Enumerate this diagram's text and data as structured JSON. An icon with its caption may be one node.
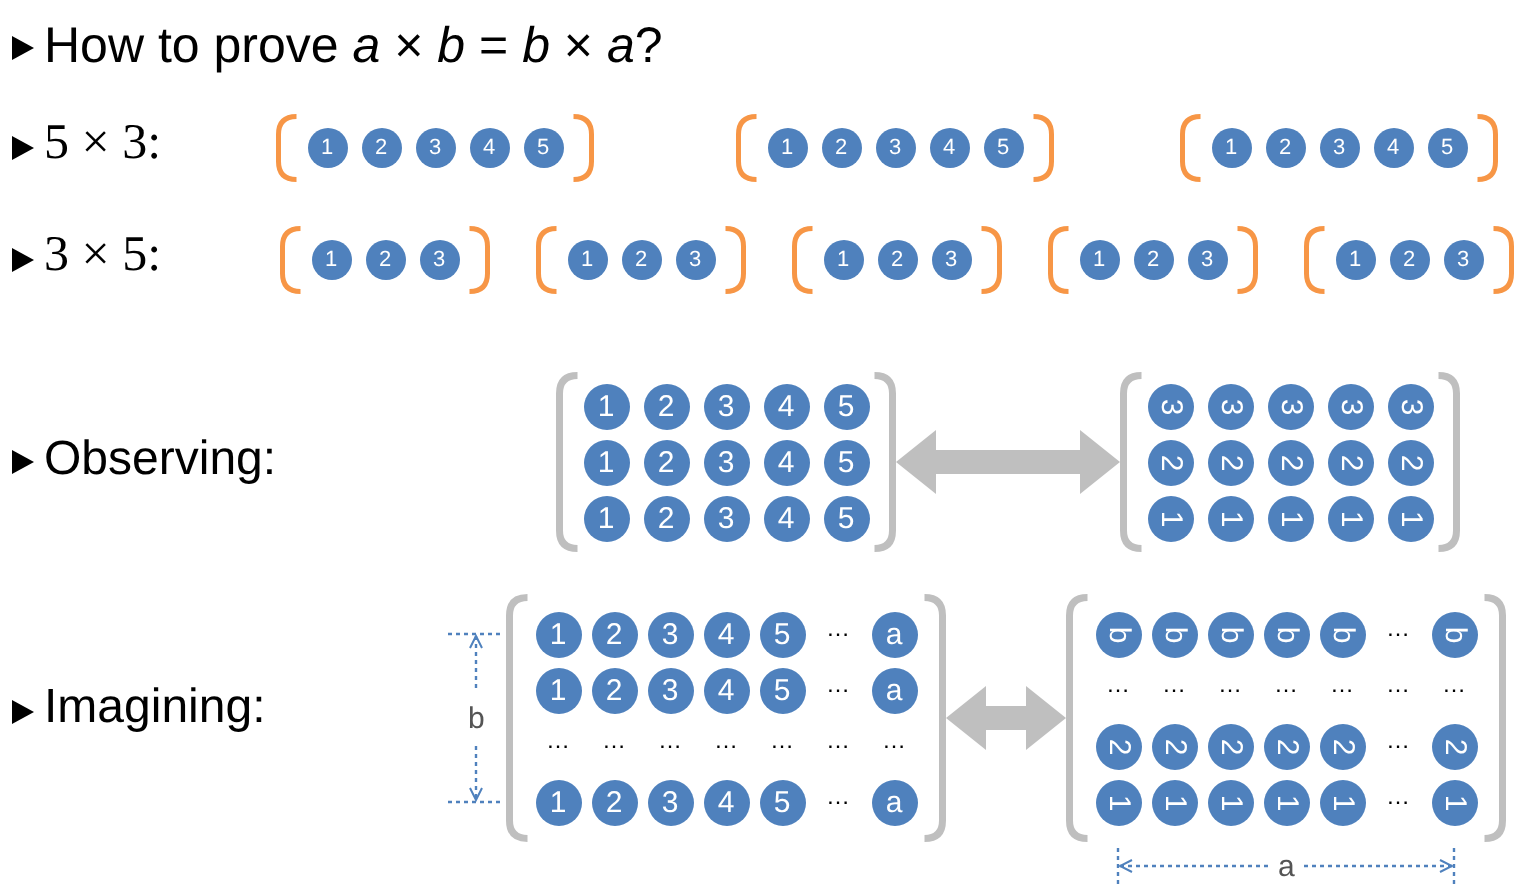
{
  "diagram": {
    "title": "How to prove *a* × *b* = *b* × *a*?",
    "nodes": [
      {
        "text": [],
        "shape": "bracket"
      },
      {
        "text": [
          "1"
        ],
        "in": 0
      },
      {
        "text": [
          "2"
        ],
        "in": 0
      },
      {
        "text": [
          "3"
        ],
        "in": 0
      },
      {
        "text": [
          "4"
        ],
        "in": 0
      },
      {
        "text": [
          "5"
        ],
        "in": 0
      },
      {
        "text": [],
        "shape": "bracket"
      },
      {
        "text": [
          "1"
        ],
        "in": 6
      },
      {
        "text": [
          "2"
        ],
        "in": 6
      },
      {
        "text": [
          "3"
        ],
        "in": 6
      },
      {
        "text": [
          "4"
        ],
        "in": 6
      },
      {
        "text": [
          "5"
        ],
        "in": 6
      },
      {
        "text": [],
        "shape": "bracket"
      },
      {
        "text": [
          "1"
        ],
        "in": 12
      },
      {
        "text": [
          "2"
        ],
        "in": 12
      },
      {
        "text": [
          "3"
        ],
        "in": 12
      },
      {
        "text": [
          "4"
        ],
        "in": 12
      },
      {
        "text": [
          "5"
        ],
        "in": 12
      },
      {
        "text": [],
        "shape": "bracket"
      },
      {
        "text": [
          "1"
        ],
        "in": 18
      },
      {
        "text": [
          "2"
        ],
        "in": 18
      },
      {
        "text": [
          "3"
        ],
        "in": 18
      },
      {
        "text": [],
        "shape": "bracket"
      },
      {
        "text": [
          "1"
        ],
        "in": 22
      },
      {
        "text": [
          "2"
        ],
        "in": 22
      },
      {
        "text": [
          "3"
        ],
        "in": 22
      },
      {
        "text": [],
        "shape": "bracket"
      },
      {
        "text": [
          "1"
        ],
        "in": 26
      },
      {
        "text": [
          "2"
        ],
        "in": 26
      },
      {
        "text": [
          "3"
        ],
        "in": 26
      },
      {
        "text": [],
        "shape": "bracket"
      },
      {
        "text": [
          "1"
        ],
        "in": 30
      },
      {
        "text": [
          "2"
        ],
        "in": 30
      },
      {
        "text": [
          "3"
        ],
        "in": 30
      },
      {
        "text": [],
        "shape": "bracket"
      },
      {
        "text": [
          "1"
        ],
        "in": 34
      },
      {
        "text": [
          "2"
        ],
        "in": 34
      },
      {
        "text": [
          "3"
        ],
        "in": 34
      },
      {
        "text": [],
        "shape": "bracket"
      },
      {
        "text": [
          "1"
        ],
        "in": 38
      },
      {
        "text": [
          "2"
        ],
        "in": 38
      },
      {
        "text": [
          "3"
        ],
        "in": 38
      },
      {
        "text": [
          "4"
        ],
        "in": 38
      },
      {
        "text": [
          "5"
        ],
        "in": 38
      },
      {
        "text": [
          "1"
        ],
        "in": 38
      },
      {
        "text": [
          "2"
        ],
        "in": 38
      },
      {
        "text": [
          "3"
        ],
        "in": 38
      },
      {
        "text": [
          "4"
        ],
        "in": 38
      },
      {
        "text": [
          "5"
        ],
        "in": 38
      },
      {
        "text": [
          "1"
        ],
        "in": 38
      },
      {
        "text": [
          "2"
        ],
        "in": 38
      },
      {
        "text": [
          "3"
        ],
        "in": 38
      },
      {
        "text": [
          "4"
        ],
        "in": 38
      },
      {
        "text": [
          "5"
        ],
        "in": 38
      },
      {
        "text": [],
        "shape": "bracket"
      },
      {
        "text": [
          "3"
        ],
        "in": 54
      },
      {
        "text": [
          "3"
        ],
        "in": 54
      },
      {
        "text": [
          "3"
        ],
        "in": 54
      },
      {
        "text": [
          "3"
        ],
        "in": 54
      },
      {
        "text": [
          "3"
        ],
        "in": 54
      },
      {
        "text": [
          "2"
        ],
        "in": 54
      },
      {
        "text": [
          "2"
        ],
        "in": 54
      },
      {
        "text": [
          "2"
        ],
        "in": 54
      },
      {
        "text": [
          "2"
        ],
        "in": 54
      },
      {
        "text": [
          "2"
        ],
        "in": 54
      },
      {
        "text": [
          "1"
        ],
        "in": 54
      },
      {
        "text": [
          "1"
        ],
        "in": 54
      },
      {
        "text": [
          "1"
        ],
        "in": 54
      },
      {
        "text": [
          "1"
        ],
        "in": 54
      },
      {
        "text": [
          "1"
        ],
        "in": 54
      },
      {
        "text": [],
        "shape": "bracket"
      },
      {
        "text": [
          "1"
        ],
        "in": 70
      },
      {
        "text": [
          "2"
        ],
        "in": 70
      },
      {
        "text": [
          "3"
        ],
        "in": 70
      },
      {
        "text": [
          "4"
        ],
        "in": 70
      },
      {
        "text": [
          "5"
        ],
        "in": 70
      },
      {
        "text": [
          "a"
        ],
        "in": 70
      },
      {
        "text": [
          "1"
        ],
        "in": 70
      },
      {
        "text": [
          "2"
        ],
        "in": 70
      },
      {
        "text": [
          "3"
        ],
        "in": 70
      },
      {
        "text": [
          "4"
        ],
        "in": 70
      },
      {
        "text": [
          "5"
        ],
        "in": 70
      },
      {
        "text": [
          "a"
        ],
        "in": 70
      },
      {
        "text": [
          "1"
        ],
        "in": 70
      },
      {
        "text": [
          "2"
        ],
        "in": 70
      },
      {
        "text": [
          "3"
        ],
        "in": 70
      },
      {
        "text": [
          "4"
        ],
        "in": 70
      },
      {
        "text": [
          "5"
        ],
        "in": 70
      },
      {
        "text": [
          "a"
        ],
        "in": 70
      },
      {
        "text": [],
        "shape": "bracket"
      },
      {
        "text": [
          "b"
        ],
        "in": 89
      },
      {
        "text": [
          "b"
        ],
        "in": 89
      },
      {
        "text": [
          "b"
        ],
        "in": 89
      },
      {
        "text": [
          "b"
        ],
        "in": 89
      },
      {
        "text": [
          "b"
        ],
        "in": 89
      },
      {
        "text": [
          "b"
        ],
        "in": 89
      },
      {
        "text": [
          "2"
        ],
        "in": 89
      },
      {
        "text": [
          "2"
        ],
        "in": 89
      },
      {
        "text": [
          "2"
        ],
        "in": 89
      },
      {
        "text": [
          "2"
        ],
        "in": 89
      },
      {
        "text": [
          "2"
        ],
        "in": 89
      },
      {
        "text": [
          "2"
        ],
        "in": 89
      },
      {
        "text": [
          "1"
        ],
        "in": 89
      },
      {
        "text": [
          "1"
        ],
        "in": 89
      },
      {
        "text": [
          "1"
        ],
        "in": 89
      },
      {
        "text": [
          "1"
        ],
        "in": 89
      },
      {
        "text": [
          "1"
        ],
        "in": 89
      },
      {
        "text": [
          "1"
        ],
        "in": 89
      }
    ],
    "edges": [
      {
        "from": 38,
        "to": 54,
        "arrow": "both"
      },
      {
        "from": 70,
        "to": 89,
        "arrow": "both"
      }
    ],
    "labels": [
      "5 × 3:",
      "3 × 5:",
      "Observing:",
      "Imagining:",
      "b",
      "…",
      "…",
      "…",
      "…",
      "…",
      "…",
      "…",
      "…",
      "…",
      "…",
      "…",
      "…",
      "…",
      "…",
      "…",
      "…",
      "…",
      "…",
      "…",
      "…",
      "a"
    ]
  }
}
